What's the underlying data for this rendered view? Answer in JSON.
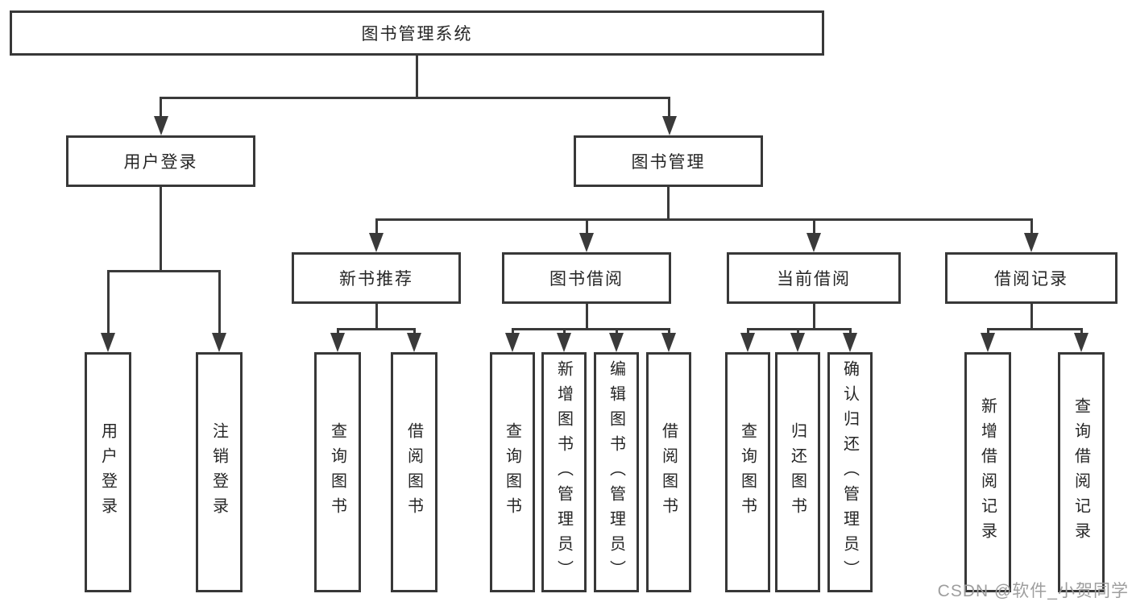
{
  "diagram": {
    "root": {
      "label": "图书管理系统"
    },
    "level2": {
      "user_login": {
        "label": "用户登录"
      },
      "book_mgmt": {
        "label": "图书管理"
      }
    },
    "level3": {
      "new_book_rec": {
        "label": "新书推荐"
      },
      "book_borrow": {
        "label": "图书借阅"
      },
      "current_borrow": {
        "label": "当前借阅"
      },
      "borrow_records": {
        "label": "借阅记录"
      }
    },
    "leaves": {
      "user_login": {
        "label": "用户登录"
      },
      "logout": {
        "label": "注销登录"
      },
      "query_book_rec": {
        "label": "查询图书"
      },
      "borrow_book_rec": {
        "label": "借阅图书"
      },
      "query_book_borrow": {
        "label": "查询图书"
      },
      "add_book": {
        "label": "新增图书（管理员）"
      },
      "edit_book": {
        "label": "编辑图书（管理员）"
      },
      "borrow_book": {
        "label": "借阅图书"
      },
      "query_book_current": {
        "label": "查询图书"
      },
      "return_book": {
        "label": "归还图书"
      },
      "confirm_return": {
        "label": "确认归还（管理员）"
      },
      "add_borrow_record": {
        "label": "新增借阅记录"
      },
      "query_borrow_record": {
        "label": "查询借阅记录"
      }
    },
    "watermark": "CSDN @软件_小贺同学",
    "colors": {
      "line": "#3a3a3a",
      "text": "#262626",
      "box_background": "#ffffff",
      "watermark_text": "#9e9e9e"
    }
  }
}
